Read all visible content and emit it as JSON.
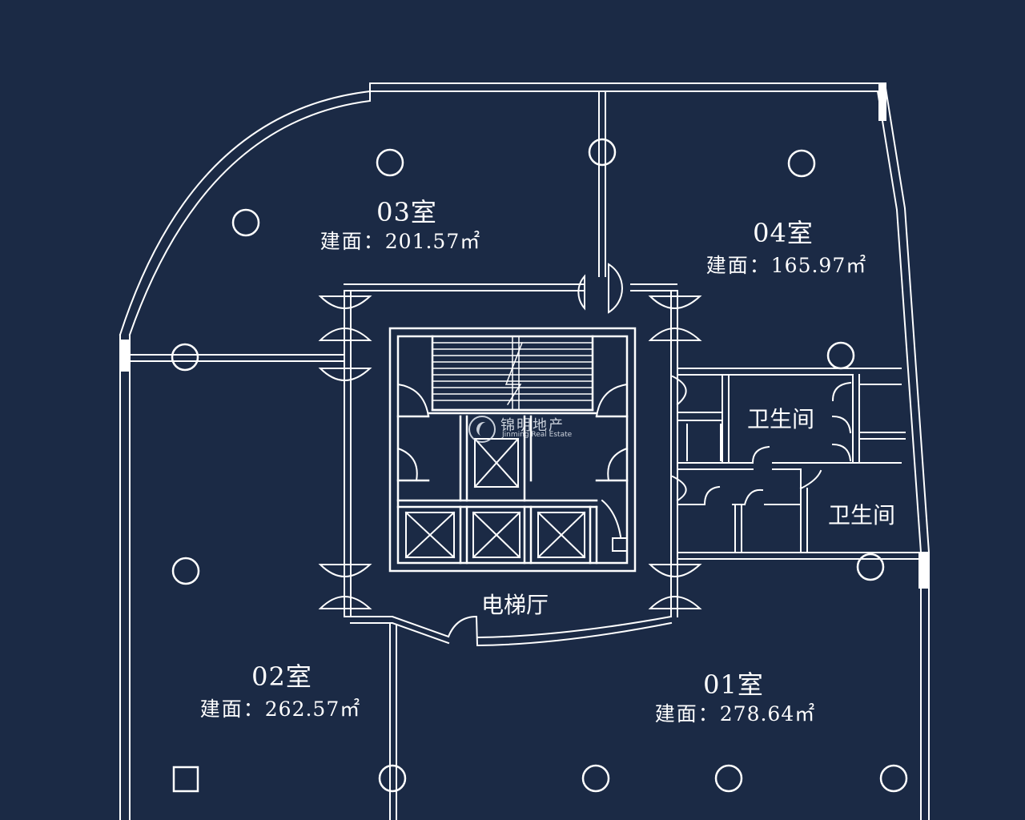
{
  "rooms": [
    {
      "id": "03",
      "name": "03室",
      "area_label": "建面：",
      "area": "201.57㎡"
    },
    {
      "id": "04",
      "name": "04室",
      "area_label": "建面：",
      "area": "165.97㎡"
    },
    {
      "id": "02",
      "name": "02室",
      "area_label": "建面：",
      "area": "262.57㎡"
    },
    {
      "id": "01",
      "name": "01室",
      "area_label": "建面：",
      "area": "278.64㎡"
    }
  ],
  "restrooms": [
    "卫生间",
    "卫生间"
  ],
  "elevator_hall": "电梯厅",
  "watermark": {
    "cn": "锦明地产",
    "en": "Jinming Real Estate"
  },
  "colors": {
    "background": "#1b2a45",
    "line": "#ffffff"
  }
}
